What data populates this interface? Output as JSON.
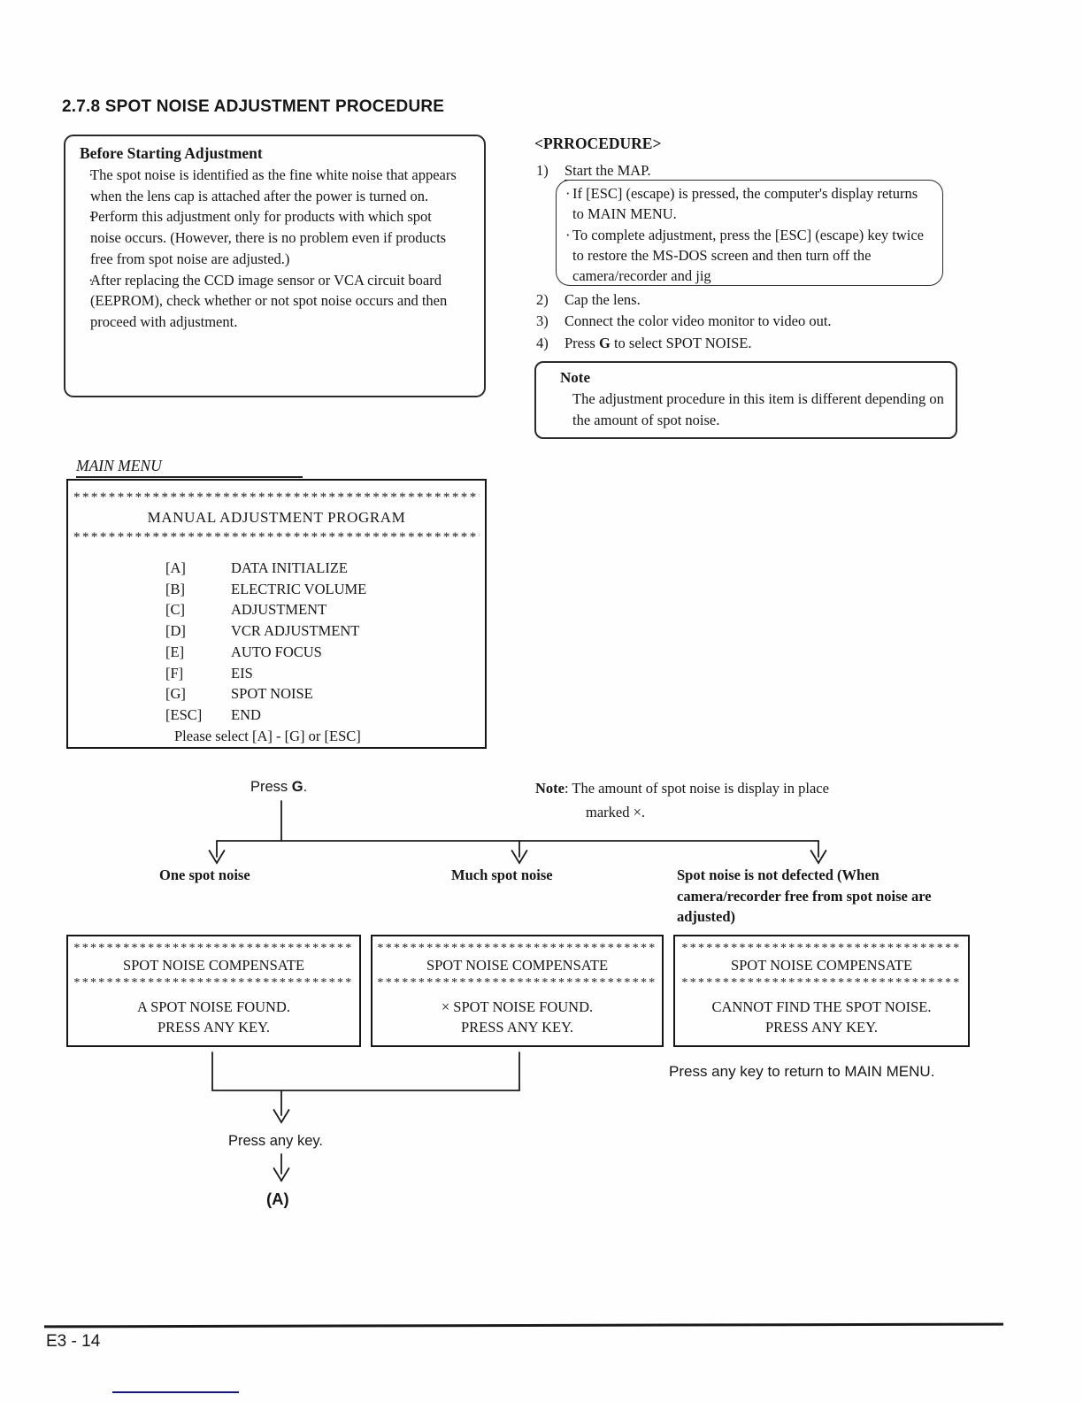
{
  "page": {
    "section_number_and_title": "2.7.8  SPOT NOISE ADJUSTMENT PROCEDURE",
    "footer_page_number": "E3 - 14",
    "bullet_char": "·"
  },
  "before_box": {
    "title": "Before Starting Adjustment",
    "bullets": [
      "The spot noise is identified as the fine white noise that appears when the lens cap is attached after the power is turned on.",
      "Perform this adjustment only for products with which spot noise occurs. (However, there is no problem even if products free from spot noise are adjusted.)",
      "After replacing the CCD image sensor or VCA circuit board (EEPROM), check whether or not spot noise occurs and then proceed with adjustment."
    ]
  },
  "procedure": {
    "heading": "<PRROCEDURE>",
    "step1": {
      "num": "1)",
      "text": "Start the MAP."
    },
    "step1_box_bullets": [
      "If [ESC] (escape) is pressed, the computer's display returns to MAIN MENU.",
      "To complete adjustment, press the [ESC] (escape) key twice to restore the MS-DOS screen and then turn off the camera/recorder and jig"
    ],
    "step2": {
      "num": "2)",
      "text": "Cap the lens."
    },
    "step3": {
      "num": "3)",
      "text": "Connect the color video monitor to video out."
    },
    "step4": {
      "num": "4)",
      "pre": "Press ",
      "key": "G",
      "post": " to select SPOT NOISE."
    },
    "note": {
      "title": "Note",
      "text": "The adjustment procedure in this item is different depending on the amount of spot noise."
    }
  },
  "main_menu": {
    "label": "MAIN MENU",
    "stars": "************************************************",
    "title": "MANUAL ADJUSTMENT PROGRAM",
    "items": [
      {
        "key": "[A]",
        "value": "DATA INITIALIZE"
      },
      {
        "key": "[B]",
        "value": "ELECTRIC VOLUME"
      },
      {
        "key": "[C]",
        "value": "ADJUSTMENT"
      },
      {
        "key": "[D]",
        "value": "VCR ADJUSTMENT"
      },
      {
        "key": "[E]",
        "value": "AUTO FOCUS"
      },
      {
        "key": "[F]",
        "value": "EIS"
      },
      {
        "key": "[G]",
        "value": "SPOT NOISE"
      },
      {
        "key": "[ESC]",
        "value": "END"
      }
    ],
    "prompt": "Please select [A] - [G] or [ESC]"
  },
  "flow": {
    "press_g": {
      "pre": "Press ",
      "key": "G",
      "post": "."
    },
    "note": {
      "label": "Note",
      "rest": ": The amount of spot noise is display in place",
      "line2": "marked ×."
    },
    "branch_labels": [
      "One spot noise",
      "Much spot noise",
      "Spot noise is not defected (When camera/recorder free from spot noise are adjusted)"
    ],
    "boxes": {
      "stars": "**********************************",
      "title": "SPOT NOISE COMPENSATE",
      "one": {
        "line1": "A SPOT NOISE FOUND.",
        "line2": "PRESS ANY KEY."
      },
      "much": {
        "line1": "× SPOT NOISE FOUND.",
        "line2": "PRESS ANY KEY."
      },
      "none": {
        "line1": "CANNOT FIND THE SPOT NOISE.",
        "line2": "PRESS ANY KEY."
      }
    },
    "return_text": "Press any key to return to MAIN MENU.",
    "press_any_key": "Press any key.",
    "label_a": "(A)"
  }
}
